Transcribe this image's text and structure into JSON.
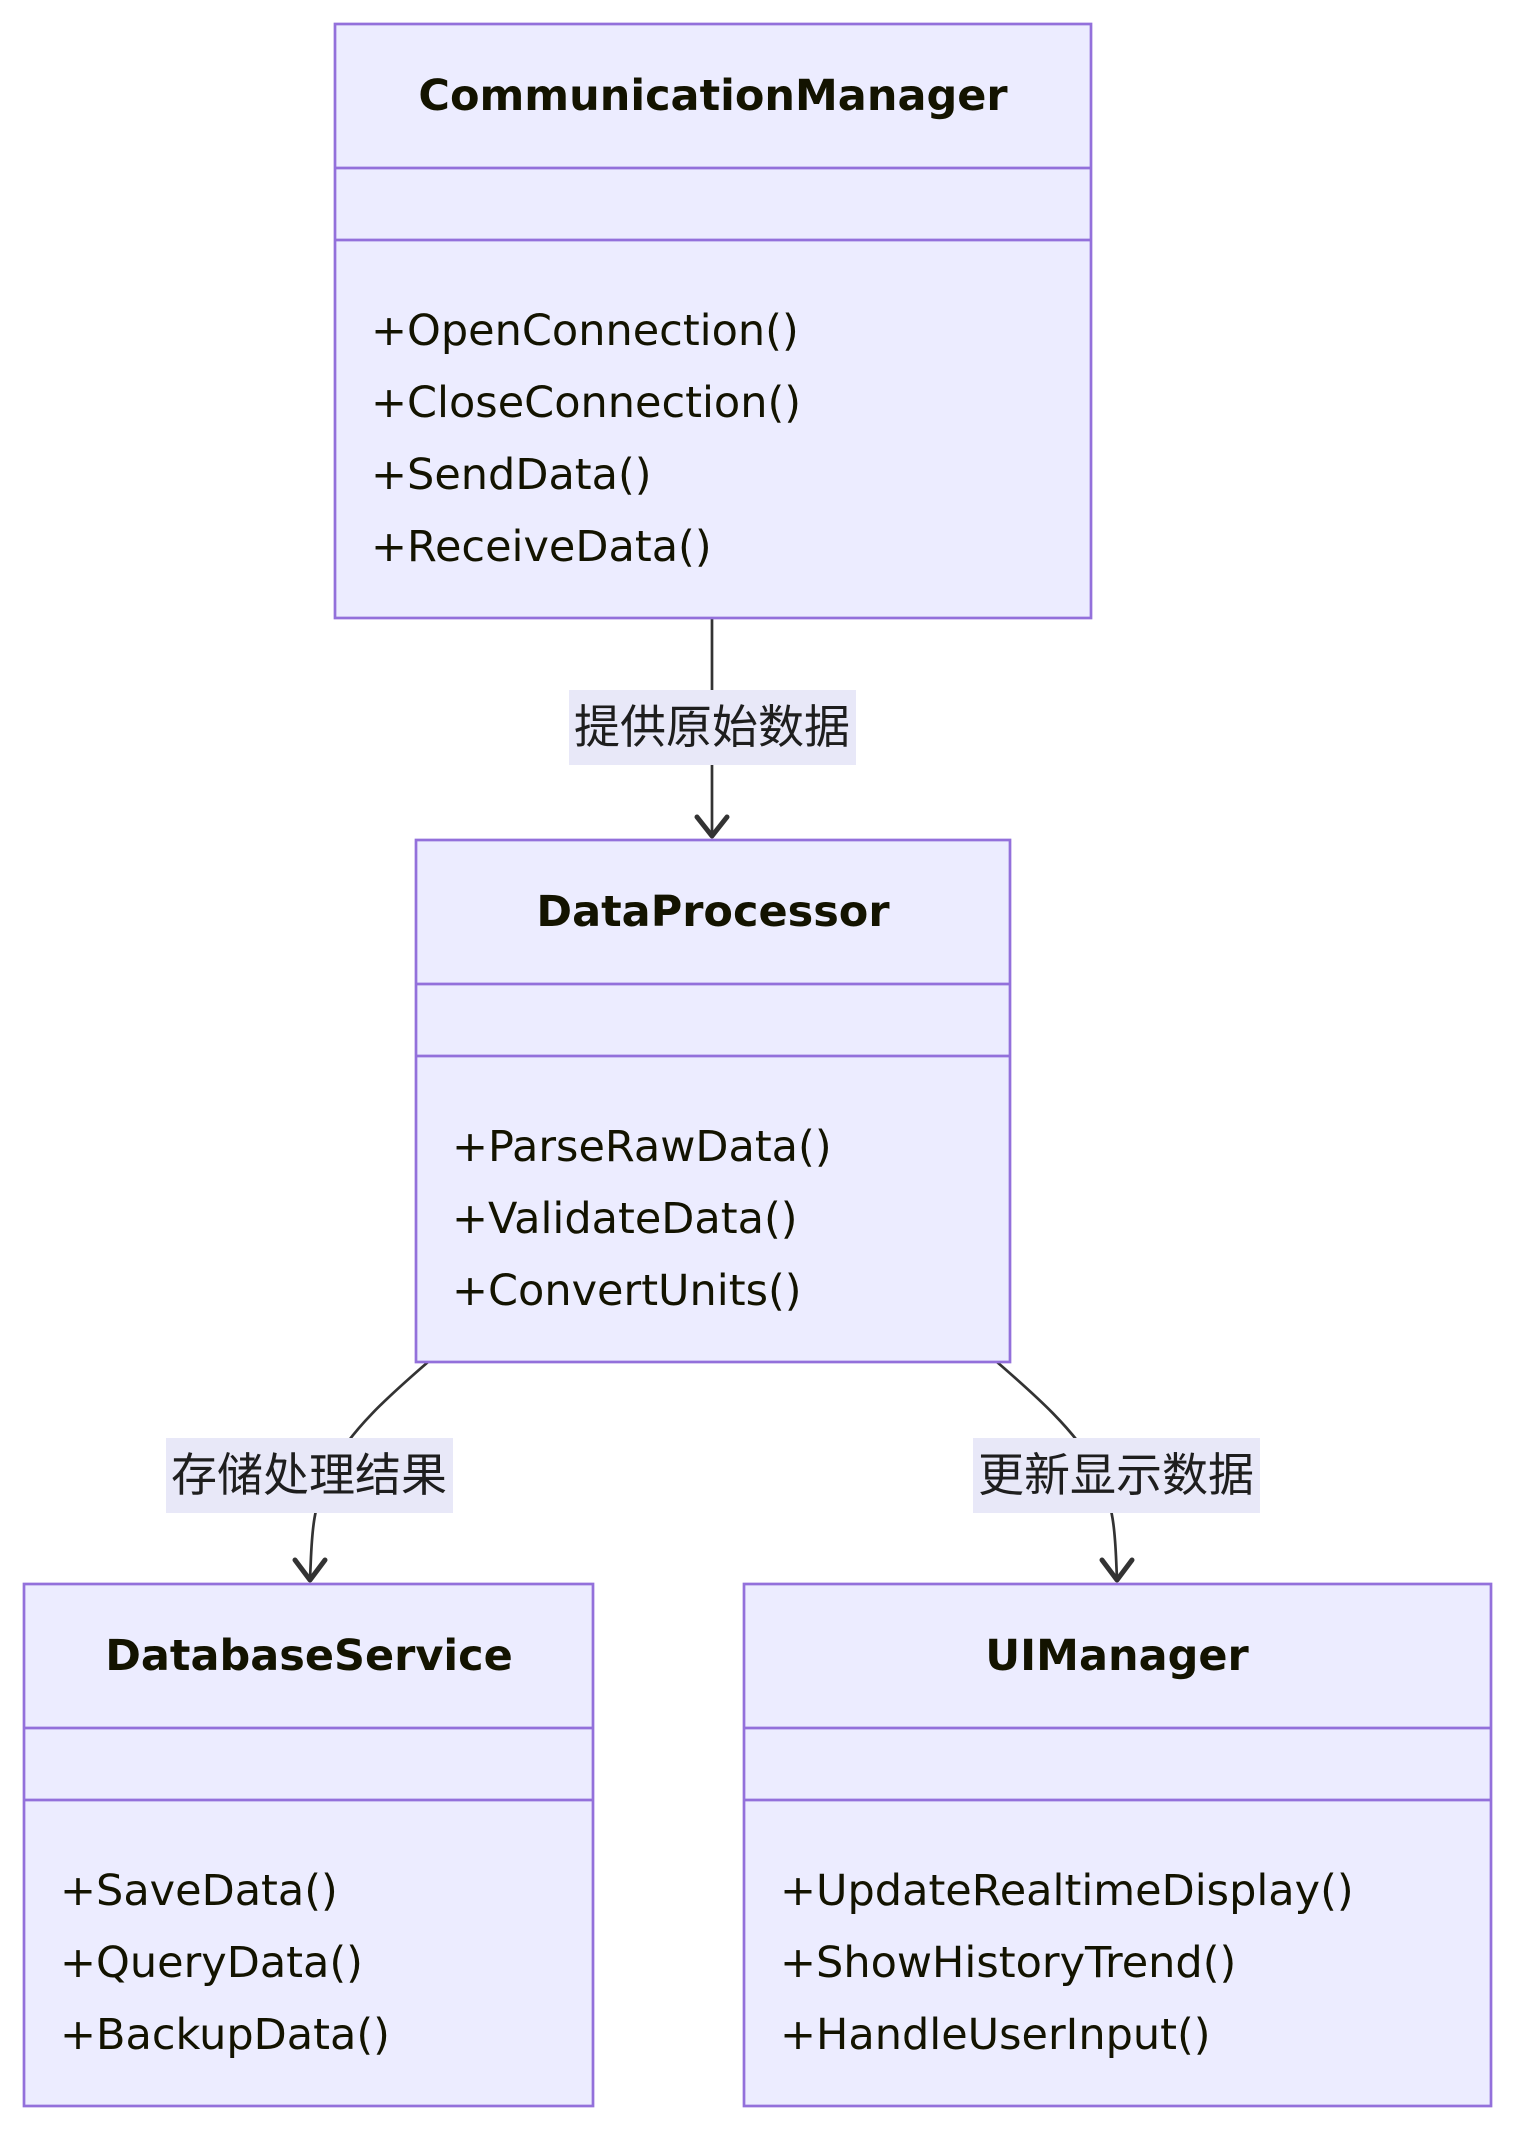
{
  "classes": [
    {
      "name": "CommunicationManager",
      "attributes": [],
      "methods": [
        "+OpenConnection()",
        "+CloseConnection()",
        "+SendData()",
        "+ReceiveData()"
      ]
    },
    {
      "name": "DataProcessor",
      "attributes": [],
      "methods": [
        "+ParseRawData()",
        "+ValidateData()",
        "+ConvertUnits()"
      ]
    },
    {
      "name": "DatabaseService",
      "attributes": [],
      "methods": [
        "+SaveData()",
        "+QueryData()",
        "+BackupData()"
      ]
    },
    {
      "name": "UIManager",
      "attributes": [],
      "methods": [
        "+UpdateRealtimeDisplay()",
        "+ShowHistoryTrend()",
        "+HandleUserInput()"
      ]
    }
  ],
  "relations": [
    {
      "from": "CommunicationManager",
      "to": "DataProcessor",
      "label": "提供原始数据"
    },
    {
      "from": "DataProcessor",
      "to": "DatabaseService",
      "label": "存储处理结果"
    },
    {
      "from": "DataProcessor",
      "to": "UIManager",
      "label": "更新显示数据"
    }
  ],
  "colors": {
    "box_fill": "#ECECFF",
    "box_stroke": "#9370DB",
    "edge": "#333333",
    "label_bg": "#E8E8F8",
    "text": "#131300"
  }
}
